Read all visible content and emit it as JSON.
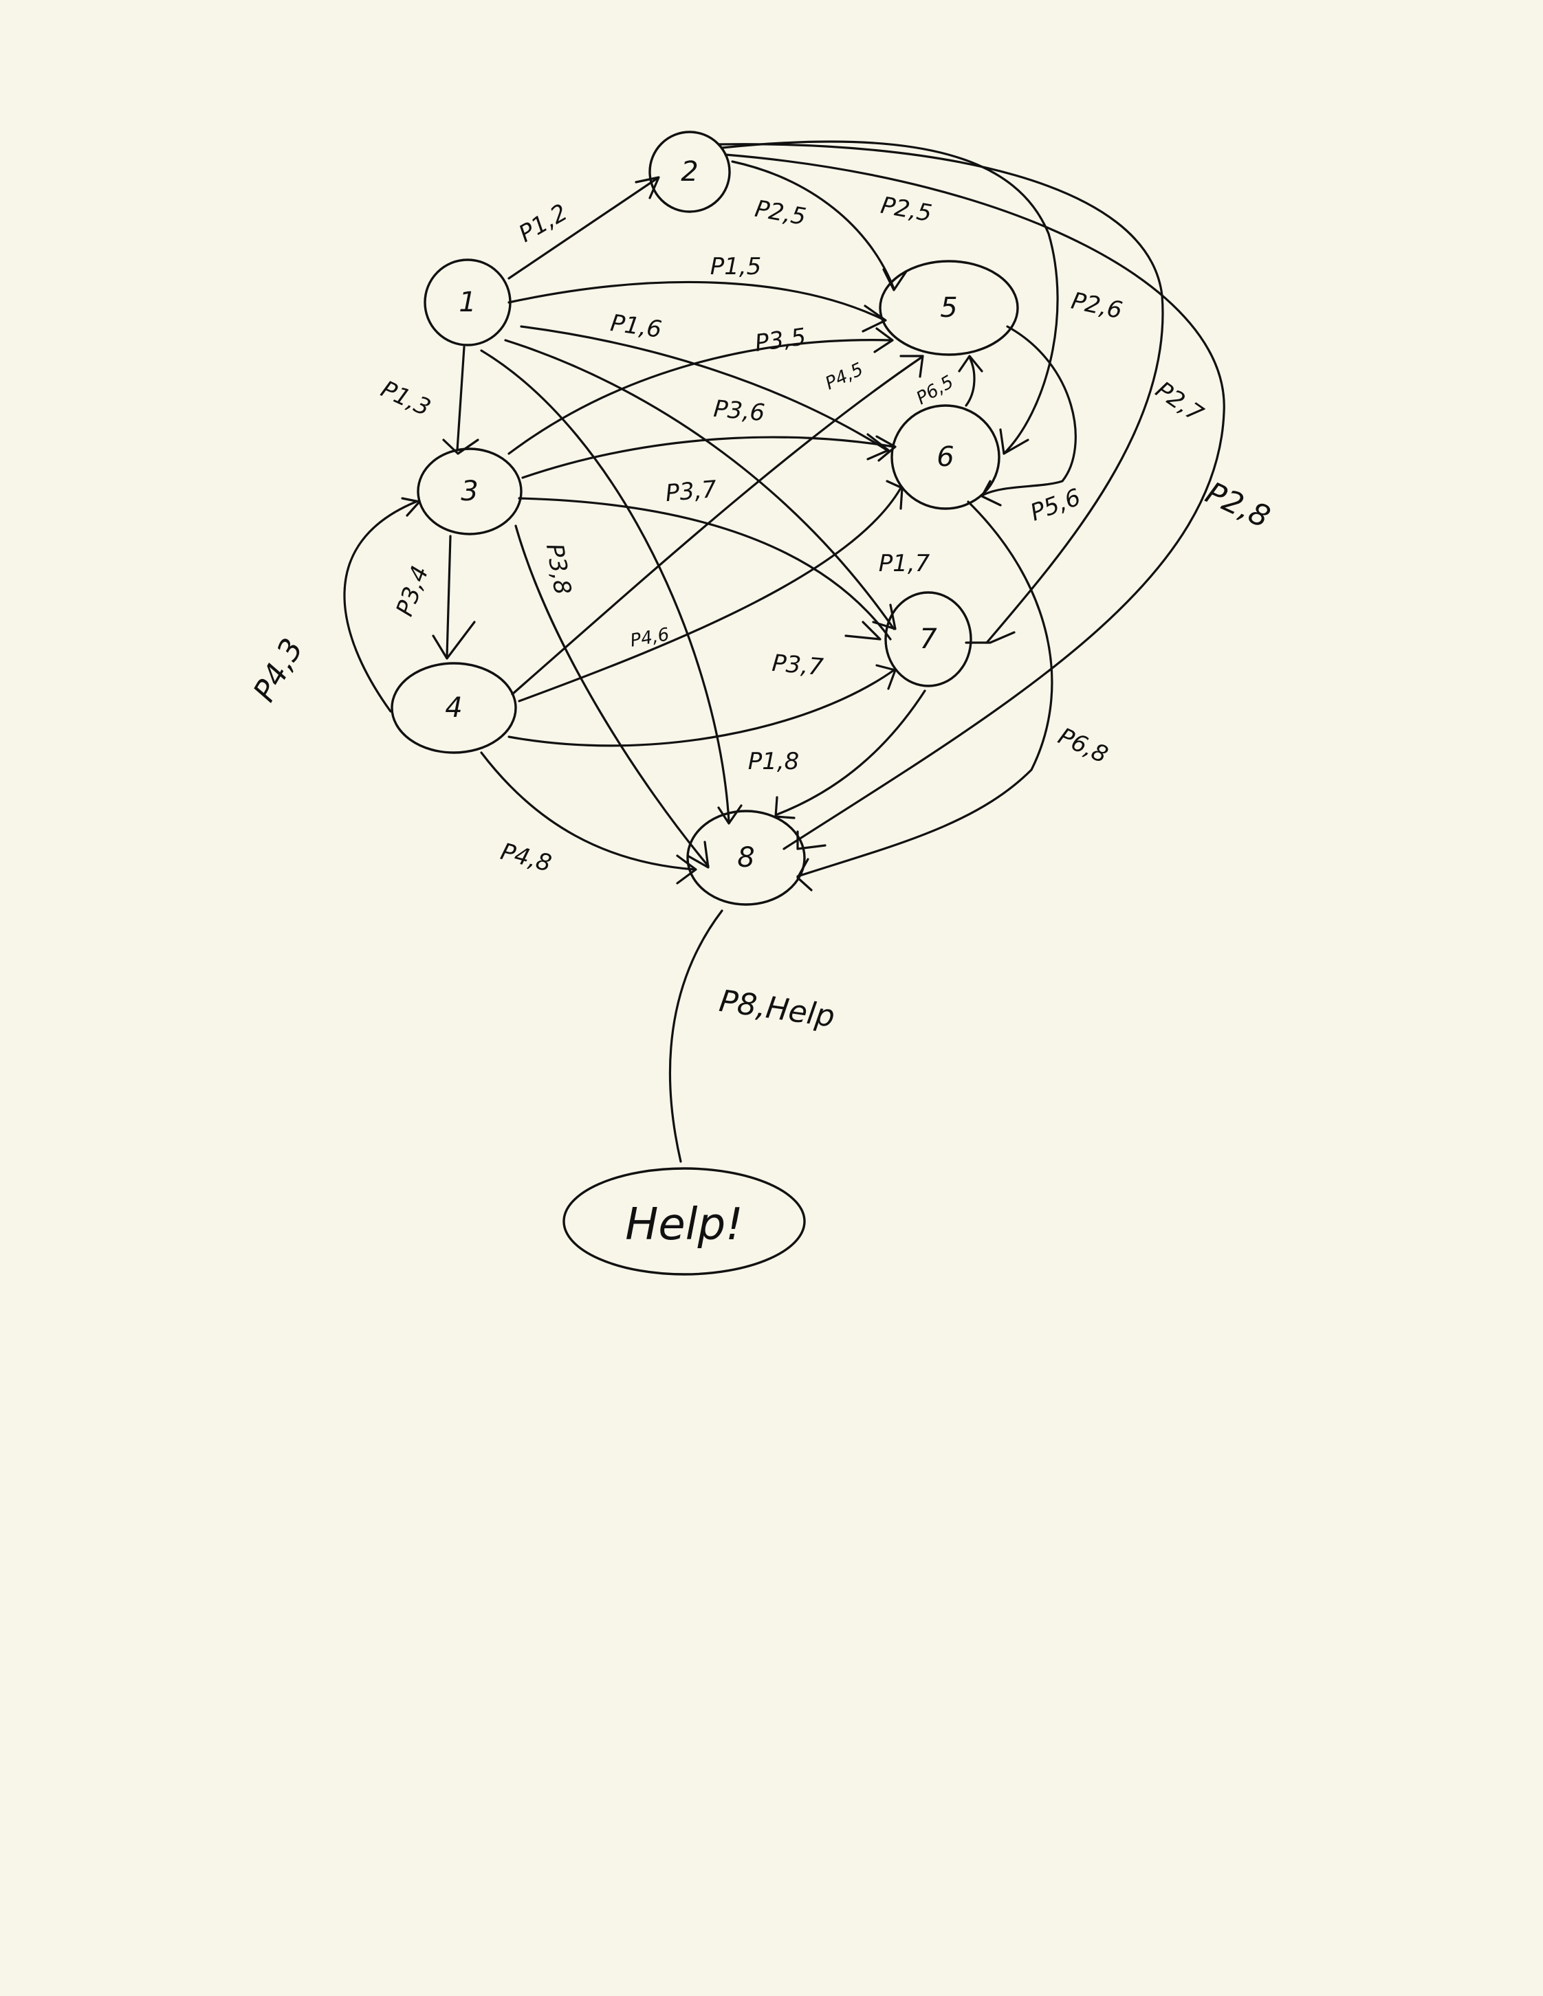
{
  "nodes": {
    "n1": "1",
    "n2": "2",
    "n3": "3",
    "n4": "4",
    "n5": "5",
    "n6": "6",
    "n7": "7",
    "n8": "8",
    "help": "Help!"
  },
  "edge_labels": {
    "p12": "P1,2",
    "p13": "P1,3",
    "p15": "P1,5",
    "p16": "P1,6",
    "p17": "P1,7",
    "p18": "P1,8",
    "p25a": "P2,5",
    "p25b": "P2,5",
    "p26": "P2,6",
    "p27": "P2,7",
    "p28": "P2,8",
    "p34": "P3,4",
    "p35": "P3,5",
    "p36": "P3,6",
    "p37a": "P3,7",
    "p37b": "P3,7",
    "p38": "P3,8",
    "p43": "P4,3",
    "p45": "P4,5",
    "p46": "P4,6",
    "p48": "P4,8",
    "p56": "P5,6",
    "p65": "P6,5",
    "p68": "P6,8",
    "p8help": "P8,Help"
  }
}
